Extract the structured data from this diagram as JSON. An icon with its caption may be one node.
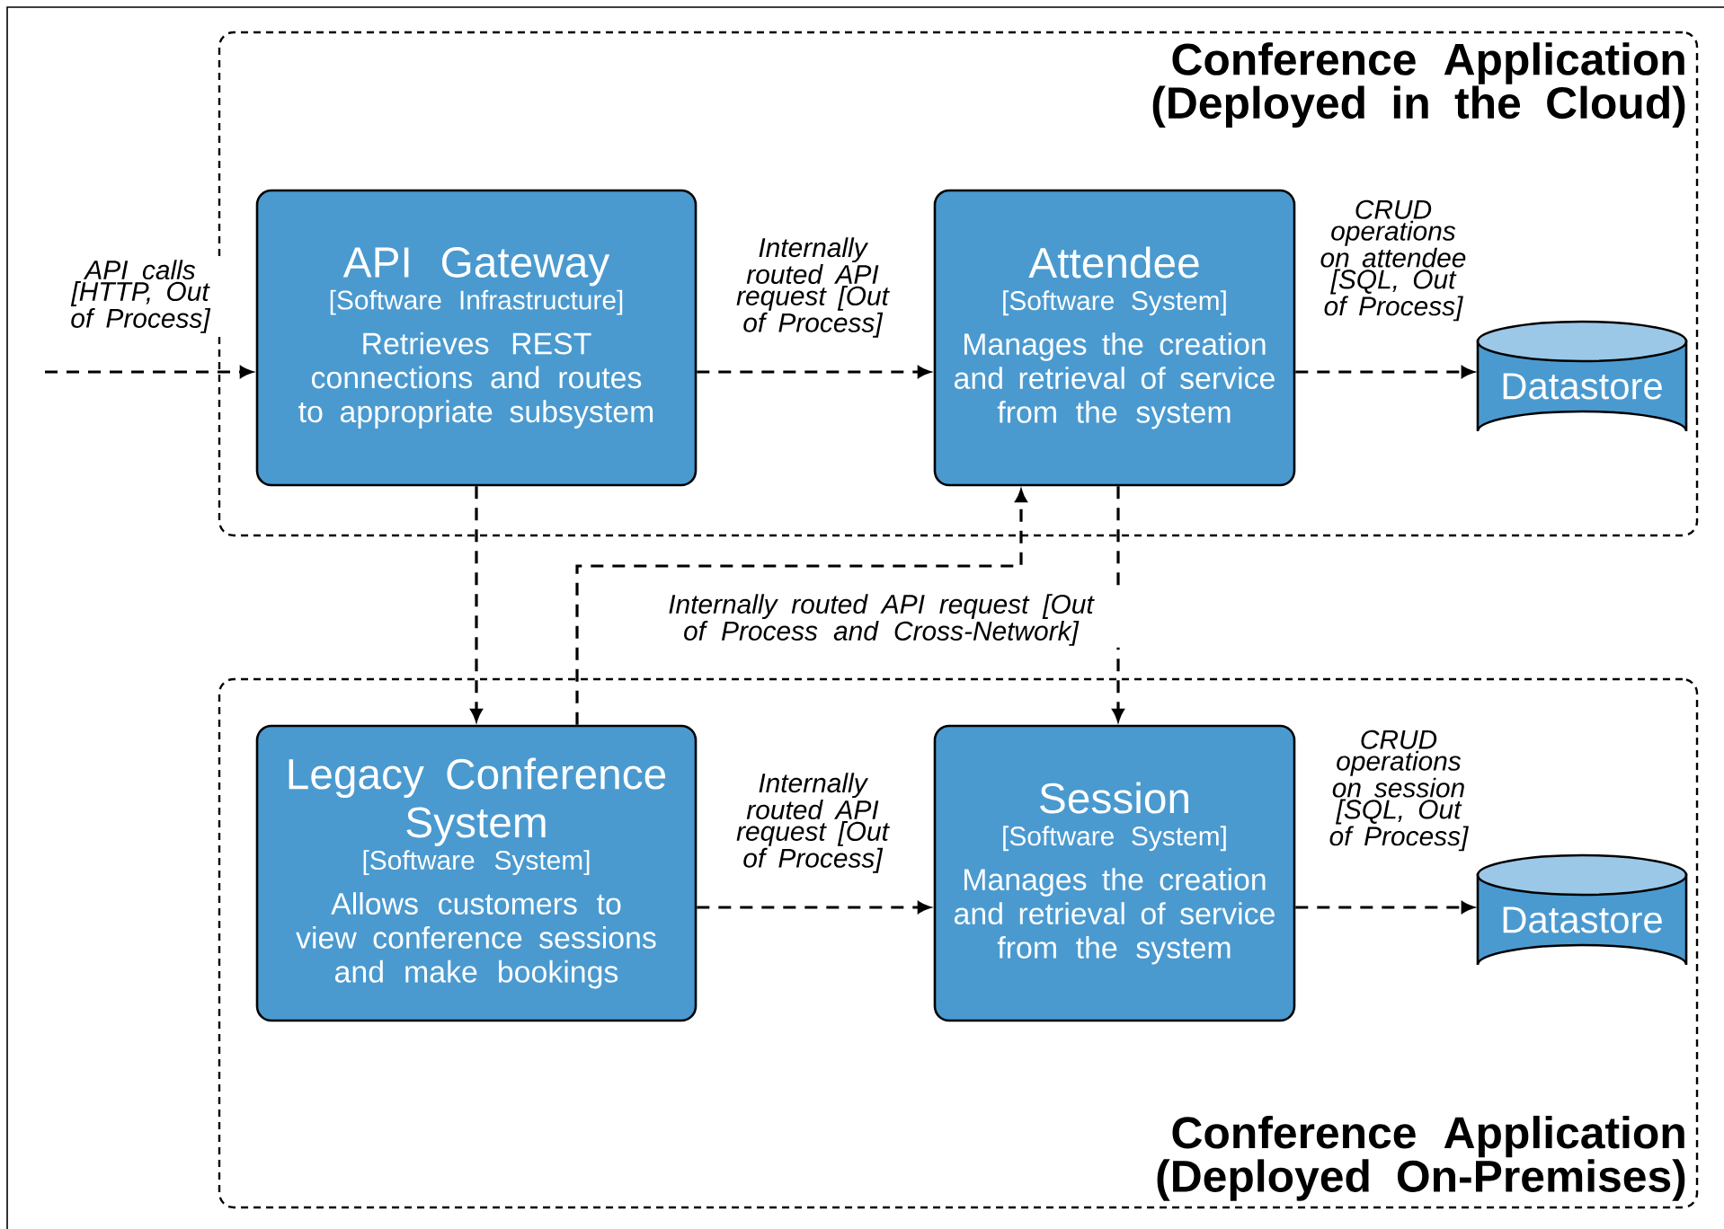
{
  "diagram": {
    "nodes": [
      {
        "text": [
          "Conference Application (Deployed in the Cloud)"
        ]
      },
      {
        "text": [
          "API Gateway",
          "[Software Infrastructure]",
          "Retrieves REST connections and routes to appropriate subsystem"
        ],
        "in": 0
      },
      {
        "text": [
          "Attendee",
          "[Software System]",
          "Manages the creation and retrieval of service from the system"
        ],
        "in": 0
      },
      {
        "text": [
          "Datastore"
        ],
        "in": 0
      },
      {
        "text": [
          "Conference Application (Deployed On-Premises)"
        ]
      },
      {
        "text": [
          "Legacy Conference System",
          "[Software System]",
          "Allows customers to view conference sessions and make bookings"
        ],
        "in": 4
      },
      {
        "text": [
          "Session",
          "[Software System]",
          "Manages the creation and retrieval of service from the system"
        ],
        "in": 4
      },
      {
        "text": [
          "Datastore"
        ],
        "in": 4
      }
    ],
    "edges": [
      {
        "from": null,
        "to": 1,
        "arrow": "to",
        "label": "API calls [HTTP, Out of Process]",
        "style": "dashed"
      },
      {
        "from": 1,
        "to": 2,
        "arrow": "to",
        "label": "Internally routed API request [Out of Process]",
        "style": "dashed"
      },
      {
        "from": 2,
        "to": 3,
        "arrow": "to",
        "label": "CRUD operations on attendee [SQL, Out of Process]",
        "style": "dashed"
      },
      {
        "from": 1,
        "to": 5,
        "arrow": "to",
        "style": "dashed"
      },
      {
        "from": 5,
        "to": 2,
        "arrow": "to",
        "label": "Internally routed API request [Out of Process and Cross-Network]",
        "style": "dashed"
      },
      {
        "from": 2,
        "to": 6,
        "arrow": "to",
        "style": "dashed"
      },
      {
        "from": 5,
        "to": 6,
        "arrow": "to",
        "label": "Internally routed API request [Out of Process]",
        "style": "dashed"
      },
      {
        "from": 6,
        "to": 7,
        "arrow": "to",
        "label": "CRUD operations on session [SQL, Out of Process]",
        "style": "dashed"
      }
    ]
  }
}
